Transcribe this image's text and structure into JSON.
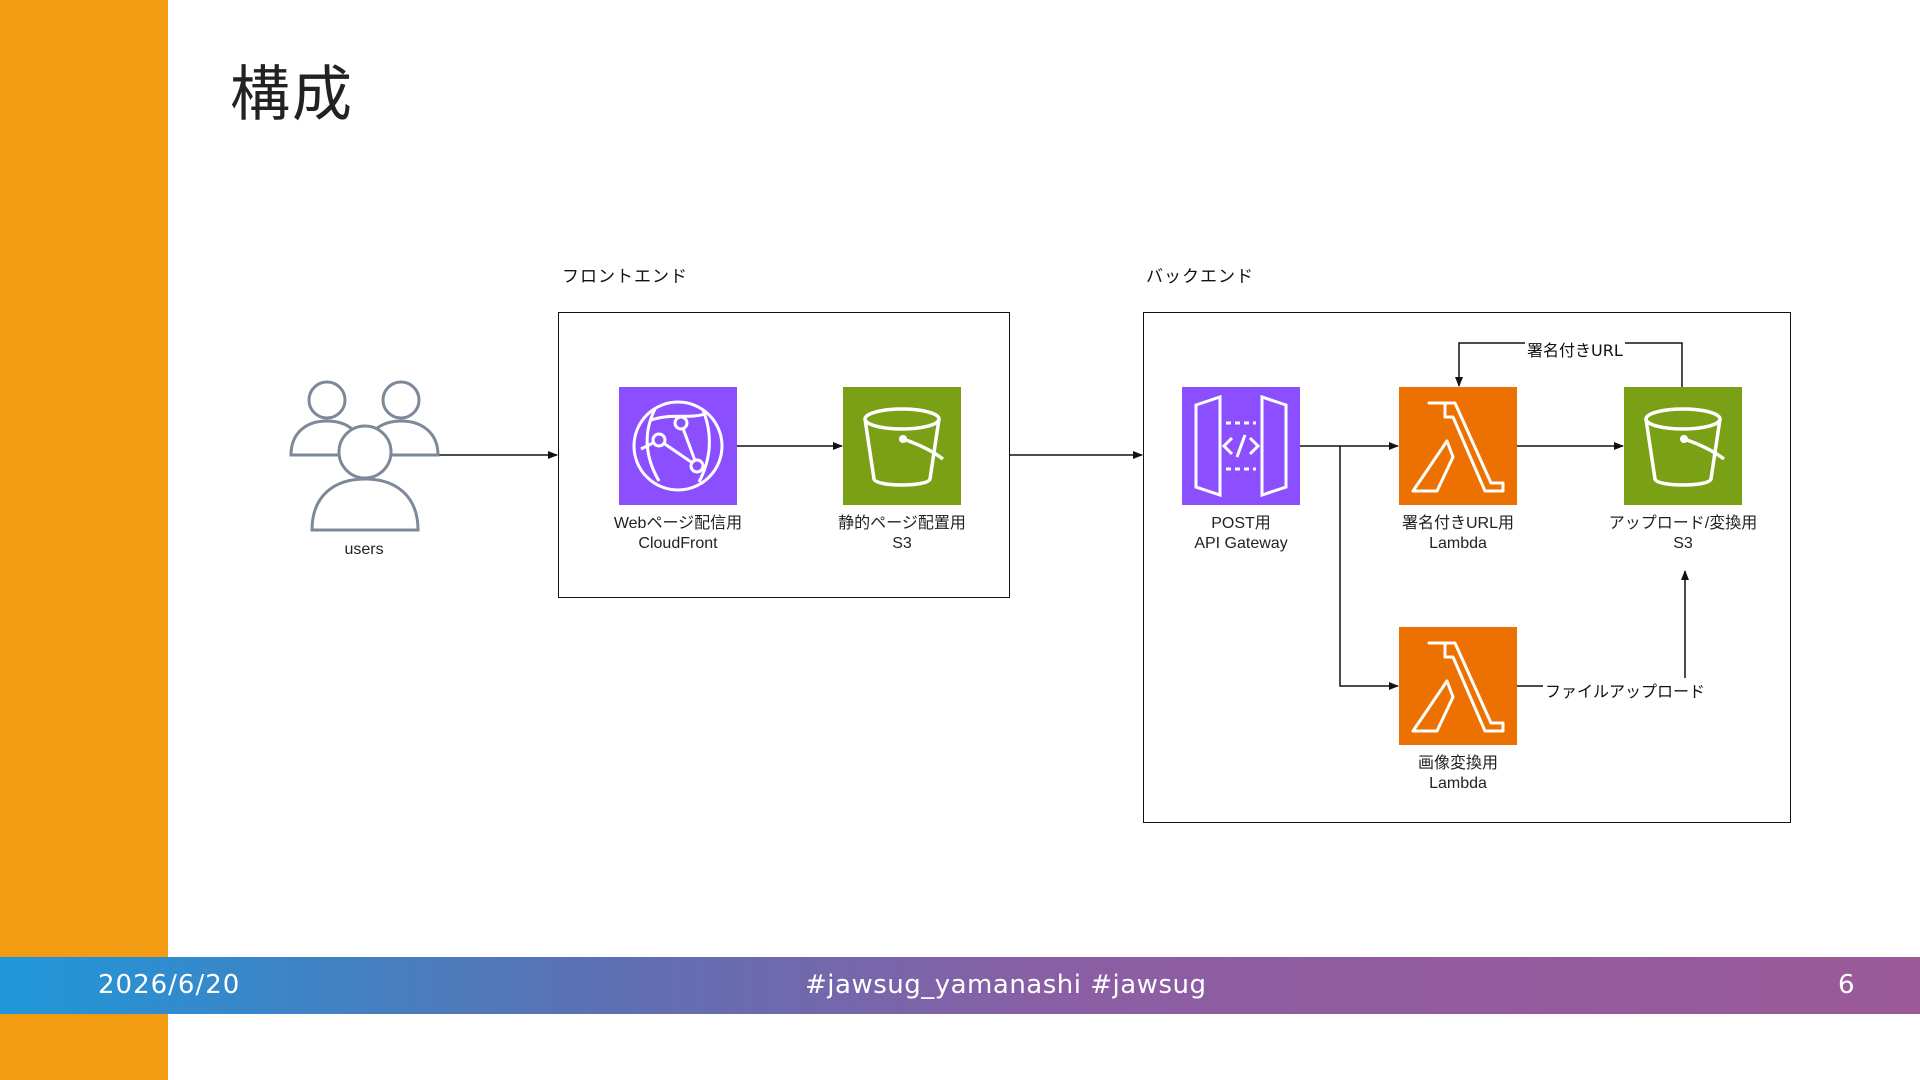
{
  "slide": {
    "title": "構成",
    "page_number": "6"
  },
  "footer": {
    "date": "2026/6/20",
    "hashtags": "#jawsug_yamanashi #jawsug"
  },
  "sections": {
    "frontend_label": "フロントエンド",
    "backend_label": "バックエンド"
  },
  "nodes": {
    "users": {
      "label": "users",
      "icon": "users-icon"
    },
    "cloudfront": {
      "line1": "Webページ配信用",
      "line2": "CloudFront",
      "icon": "cloudfront-icon",
      "color": "#8c4fff"
    },
    "s3_static": {
      "line1": "静的ページ配置用",
      "line2": "S3",
      "icon": "s3-bucket-icon",
      "color": "#7aa116"
    },
    "api_gateway": {
      "line1": "POST用",
      "line2": "API Gateway",
      "icon": "api-gateway-icon",
      "color": "#8c4fff"
    },
    "lambda_signed": {
      "line1": "署名付きURL用",
      "line2": "Lambda",
      "icon": "lambda-icon",
      "color": "#ed7100"
    },
    "s3_upload": {
      "line1": "アップロード/変換用",
      "line2": "S3",
      "icon": "s3-bucket-icon",
      "color": "#7aa116"
    },
    "lambda_image": {
      "line1": "画像変換用",
      "line2": "Lambda",
      "icon": "lambda-icon",
      "color": "#ed7100"
    }
  },
  "edge_labels": {
    "signed_url": "署名付きURL",
    "file_upload": "ファイルアップロード"
  },
  "colors": {
    "accent_bar": "#f39c12",
    "footer_start": "#1f97d8",
    "footer_end": "#9b5997"
  }
}
